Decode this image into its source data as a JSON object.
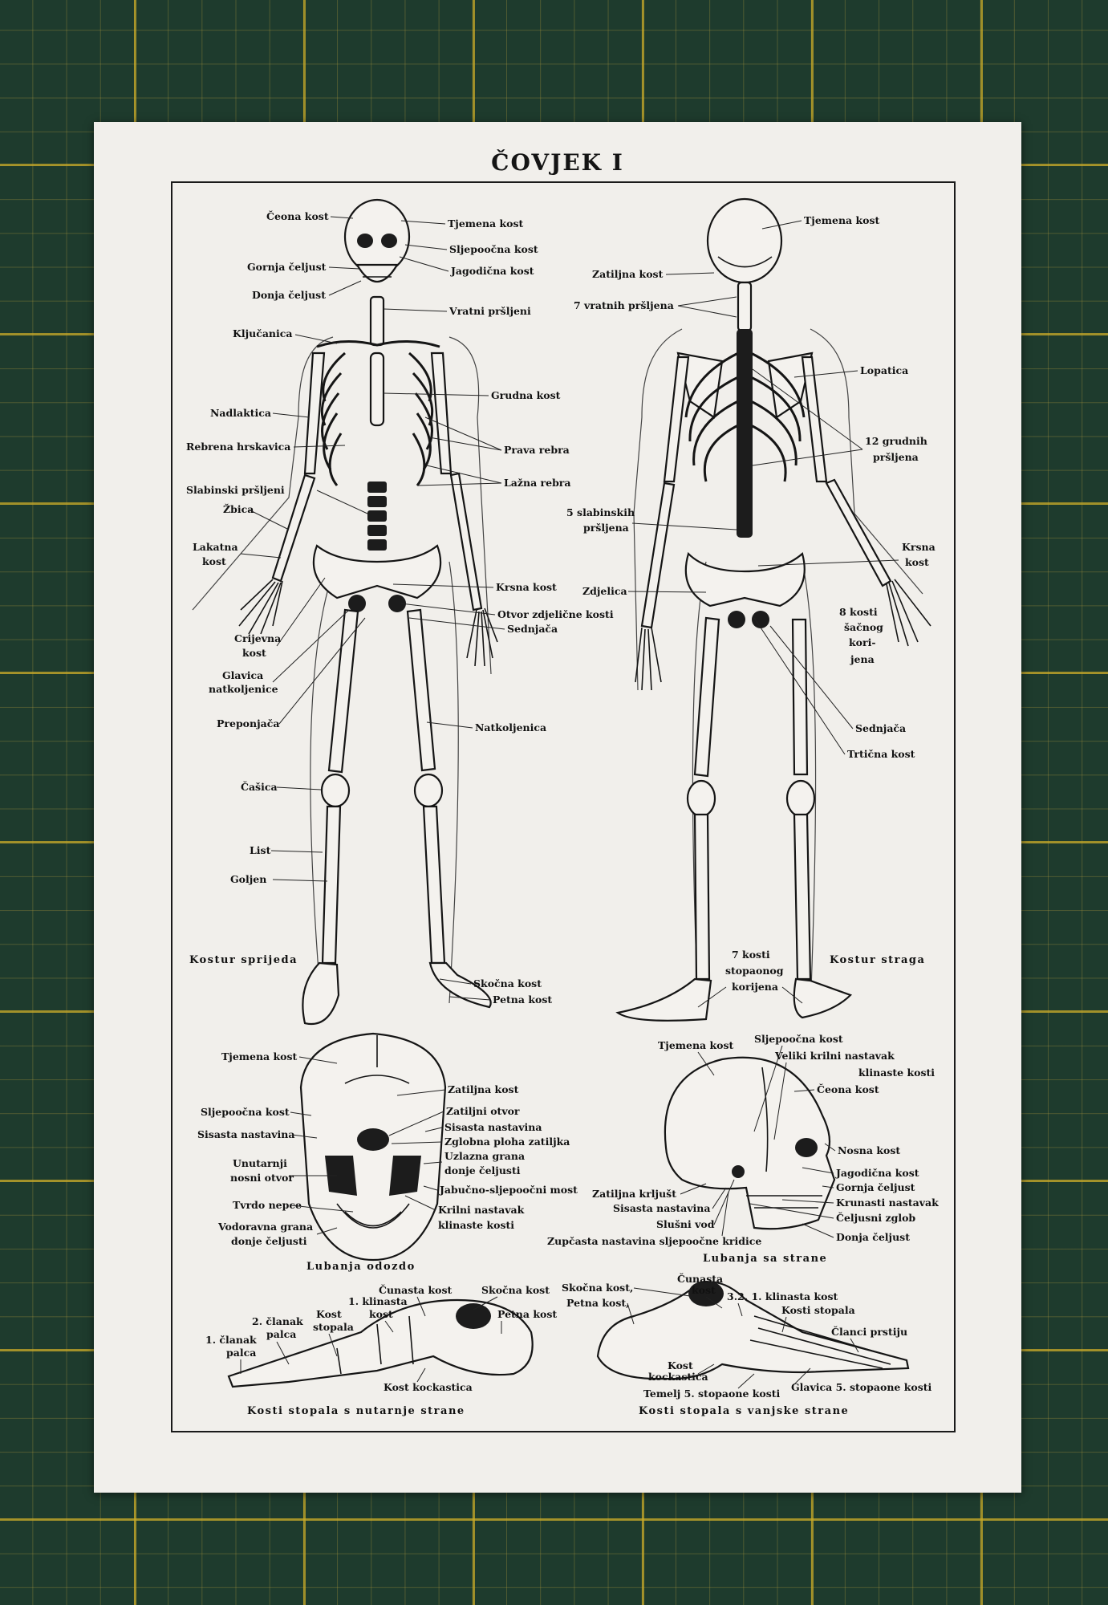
{
  "plate": {
    "title": "ČOVJEK I"
  },
  "front_skeleton": {
    "caption": "Kostur sprijeda",
    "labels": [
      "Čeona kost",
      "Tjemena kost",
      "Sljepoočna kost",
      "Gornja čeljust",
      "Jagodična kost",
      "Donja čeljust",
      "Vratni pršljeni",
      "Ključanica",
      "Grudna kost",
      "Nadlaktica",
      "Rebrena hrskavica",
      "Prava rebra",
      "Lažna rebra",
      "Slabinski pršljeni",
      "Žbica",
      "Lakatna",
      "kost",
      "Krsna kost",
      "Otvor zdjelične kosti",
      "Sednjača",
      "Crijevna",
      "kost",
      "Glavica",
      "natkoljenice",
      "Preponjača",
      "Natkoljenica",
      "Čašica",
      "List",
      "Goljen",
      "Skočna kost",
      "Petna kost"
    ]
  },
  "back_skeleton": {
    "caption": "Kostur straga",
    "labels": [
      "Tjemena kost",
      "Zatiljna kost",
      "7 vratnih pršljena",
      "Lopatica",
      "12 grudnih",
      "pršljena",
      "5 slabinskih",
      "pršljena",
      "Krsna",
      "kost",
      "Zdjelica",
      "8 kosti",
      "šačnog",
      "kori-",
      "jena",
      "Sednjača",
      "Trtična kost",
      "7 kosti",
      "stopaonog",
      "korijena"
    ]
  },
  "skull_below": {
    "caption": "Lubanja odozdo",
    "labels": [
      "Tjemena kost",
      "Zatiljna kost",
      "Sljepoočna kost",
      "Zatiljni otvor",
      "Sisasta nastavina",
      "Sisasta nastavina",
      "Zglobna ploha zatiljka",
      "Uzlazna grana",
      "donje čeljusti",
      "Unutarnji",
      "nosni otvor",
      "Jabučno-sljepoočni most",
      "Tvrdo nepce",
      "Krilni nastavak",
      "klinaste kosti",
      "Vodoravna grana",
      "donje čeljusti"
    ]
  },
  "skull_side": {
    "caption": "Lubanja sa strane",
    "labels": [
      "Tjemena kost",
      "Sljepoočna kost",
      "Veliki krilni nastavak",
      "klinaste kosti",
      "Čeona kost",
      "Nosna kost",
      "Jagodična kost",
      "Gornja čeljust",
      "Zatiljna krljušt",
      "Krunasti nastavak",
      "Sisasta nastavina",
      "Čeljusni zglob",
      "Slušni vod",
      "Donja čeljust",
      "Zupčasta nastavina sljepoočne kridice"
    ]
  },
  "foot_inner": {
    "caption": "Kosti stopala s nutarnje strane",
    "labels": [
      "Čunasta kost",
      "1. klinasta",
      "kost",
      "Skočna kost",
      "Petna kost",
      "2. članak",
      "palca",
      "Kost",
      "stopala",
      "1. članak",
      "palca",
      "Kost kockastica"
    ]
  },
  "foot_outer": {
    "caption": "Kosti stopala s vanjske strane",
    "labels": [
      "Čunasta",
      "kost",
      "Skočna kost,",
      "Petna kost,",
      "3.2. 1. klinasta kost",
      "Kosti stopala",
      "Članci prstiju",
      "Kost",
      "kockastica",
      "Temelj 5. stopaone kosti",
      "Glavica 5. stopaone kosti"
    ]
  }
}
